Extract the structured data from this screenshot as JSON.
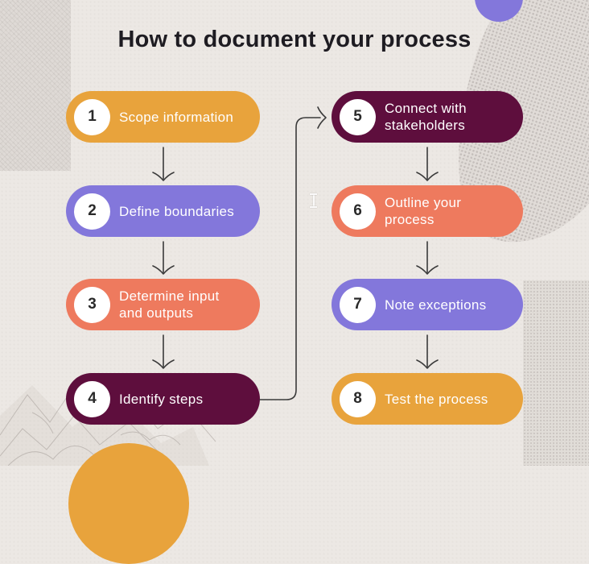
{
  "title": "How to document your process",
  "colors": {
    "background": "#ECE8E4",
    "orange": "#E8A33C",
    "purple": "#8377DB",
    "coral": "#EE7A5E",
    "maroon": "#5E0E3D",
    "arrow_stroke": "#3A3A3A",
    "title_text": "#1E1C22",
    "step_number_text": "#2A2A2A",
    "step_label_text": "#FFFFFF"
  },
  "flow": {
    "steps": [
      {
        "number": "1",
        "label": "Scope information",
        "lines": [
          "Scope information"
        ],
        "color_key": "orange",
        "column": 0,
        "row": 0
      },
      {
        "number": "2",
        "label": "Define boundaries",
        "lines": [
          "Define boundaries"
        ],
        "color_key": "purple",
        "column": 0,
        "row": 1
      },
      {
        "number": "3",
        "label": "Determine input and outputs",
        "lines": [
          "Determine input",
          "and outputs"
        ],
        "color_key": "coral",
        "column": 0,
        "row": 2
      },
      {
        "number": "4",
        "label": "Identify steps",
        "lines": [
          "Identify steps"
        ],
        "color_key": "maroon",
        "column": 0,
        "row": 3
      },
      {
        "number": "5",
        "label": "Connect with stakeholders",
        "lines": [
          "Connect with",
          "stakeholders"
        ],
        "color_key": "maroon",
        "column": 1,
        "row": 0
      },
      {
        "number": "6",
        "label": "Outline your process",
        "lines": [
          "Outline your",
          "process"
        ],
        "color_key": "coral",
        "column": 1,
        "row": 1
      },
      {
        "number": "7",
        "label": "Note exceptions",
        "lines": [
          "Note exceptions"
        ],
        "color_key": "purple",
        "column": 1,
        "row": 2
      },
      {
        "number": "8",
        "label": "Test the process",
        "lines": [
          "Test the process"
        ],
        "color_key": "orange",
        "column": 1,
        "row": 3
      }
    ],
    "connections": [
      {
        "from": "1",
        "to": "2"
      },
      {
        "from": "2",
        "to": "3"
      },
      {
        "from": "3",
        "to": "4"
      },
      {
        "from": "4",
        "to": "5"
      },
      {
        "from": "5",
        "to": "6"
      },
      {
        "from": "6",
        "to": "7"
      },
      {
        "from": "7",
        "to": "8"
      }
    ]
  },
  "decorations": {
    "top_right_circle": "purple-circle",
    "bottom_left_circle": "orange-circle",
    "textures": [
      "grainy-block-top-left",
      "halftone-blob-top-right",
      "halftone-band-bottom-right",
      "marble-sketch-bottom-left"
    ],
    "cursor_artifact": "text-ibeam-cursor"
  }
}
